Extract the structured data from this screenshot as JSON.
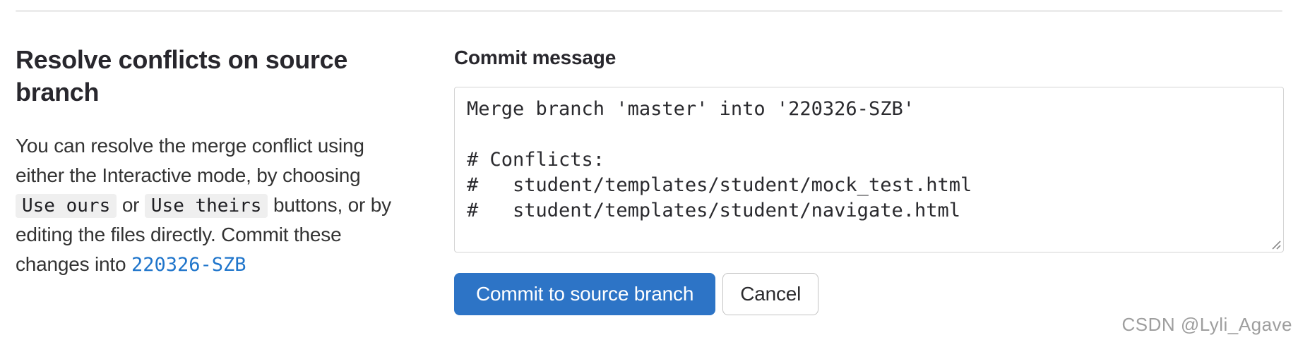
{
  "left_panel": {
    "title": "Resolve conflicts on source branch",
    "description": {
      "line1": "You can resolve the merge conflict using",
      "line2": "either the Interactive mode, by choosing",
      "line3_code1": "Use ours",
      "line3_mid": " or ",
      "line3_code2": "Use theirs",
      "line3_end": " buttons, or by",
      "line4": "editing the files directly. Commit these",
      "line5_start": "changes into ",
      "branch_link": "220326-SZB"
    }
  },
  "commit_form": {
    "label": "Commit message",
    "textarea_value": "Merge branch 'master' into '220326-SZB'\n\n# Conflicts:\n#   student/templates/student/mock_test.html\n#   student/templates/student/navigate.html",
    "commit_button_label": "Commit to source branch",
    "cancel_button_label": "Cancel"
  },
  "watermark": "CSDN @Lyli_Agave",
  "colors": {
    "primary": "#2d74c6",
    "link": "#1f75cb",
    "chip-bg": "#efefef",
    "border": "#d4d4d4",
    "btn-border": "#c4c4c4",
    "text": "#303030",
    "heading": "#28272d",
    "muted": "#9e9e9e",
    "divider": "#ececec"
  }
}
